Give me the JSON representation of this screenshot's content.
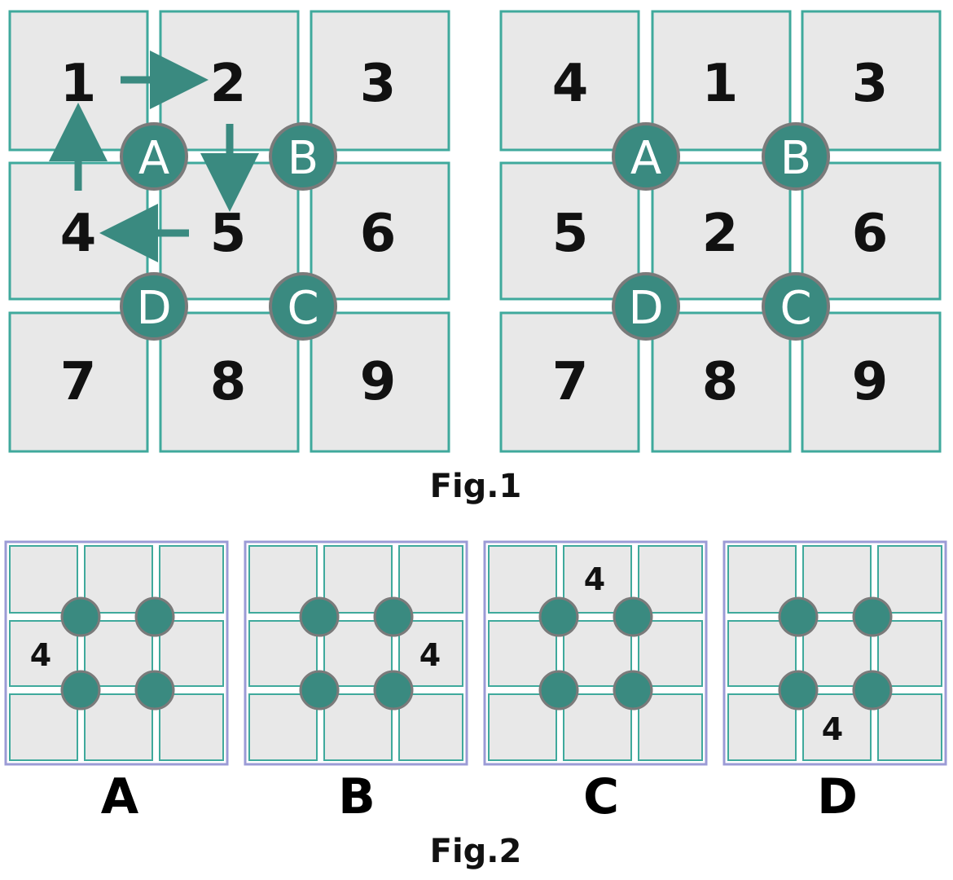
{
  "fig1": {
    "caption": "Fig.1",
    "left_grid": {
      "cells": [
        "1",
        "2",
        "3",
        "4",
        "5",
        "6",
        "7",
        "8",
        "9"
      ],
      "nodes": [
        "A",
        "B",
        "C",
        "D"
      ]
    },
    "right_grid": {
      "cells": [
        "4",
        "1",
        "3",
        "5",
        "2",
        "6",
        "7",
        "8",
        "9"
      ],
      "nodes": [
        "A",
        "B",
        "C",
        "D"
      ]
    }
  },
  "fig2": {
    "caption": "Fig.2",
    "options": [
      {
        "label": "A",
        "mark": "4"
      },
      {
        "label": "B",
        "mark": "4"
      },
      {
        "label": "C",
        "mark": "4"
      },
      {
        "label": "D",
        "mark": "4"
      }
    ]
  },
  "colors": {
    "teal": "#3a8a80",
    "teal_border": "#3fa99c",
    "cell_fill": "#e8e8e8",
    "node_ring": "#7a7a7a",
    "option_frame": "#9b9bd6"
  }
}
